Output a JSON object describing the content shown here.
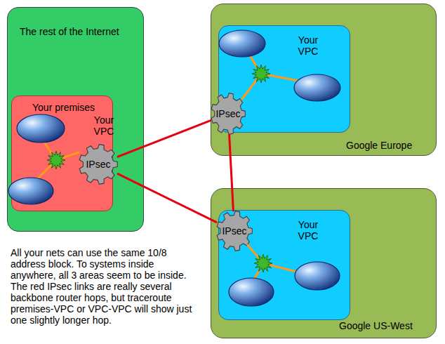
{
  "diagram": {
    "nodes": [
      {
        "text": [
          "The rest of the Internet"
        ]
      },
      {
        "text": [
          "Your premises"
        ],
        "in": 0
      },
      {
        "text": [
          "IPsec"
        ],
        "in": 1
      },
      {
        "text": [
          "Google Europe"
        ]
      },
      {
        "text": [
          "Your VPC"
        ],
        "in": 3
      },
      {
        "text": [
          "IPsec"
        ],
        "in": 4
      },
      {
        "text": [
          "Google US-West"
        ]
      },
      {
        "text": [
          "Your VPC"
        ],
        "in": 6
      },
      {
        "text": [
          "IPsec"
        ],
        "in": 7
      }
    ],
    "edges": [
      {
        "from": 2,
        "to": 5,
        "arrow": "none"
      },
      {
        "from": 2,
        "to": 8,
        "arrow": "none"
      },
      {
        "from": 5,
        "to": 8,
        "arrow": "none"
      }
    ],
    "labels": [
      "Your VPC",
      "All your nets can use the same 10/8 address block. To systems inside anywhere, all 3 areas seem to be inside. The red IPsec links are really several backbone router hops, but traceroute premises-VPC or VPC-VPC will show just one slightly longer hop."
    ]
  }
}
